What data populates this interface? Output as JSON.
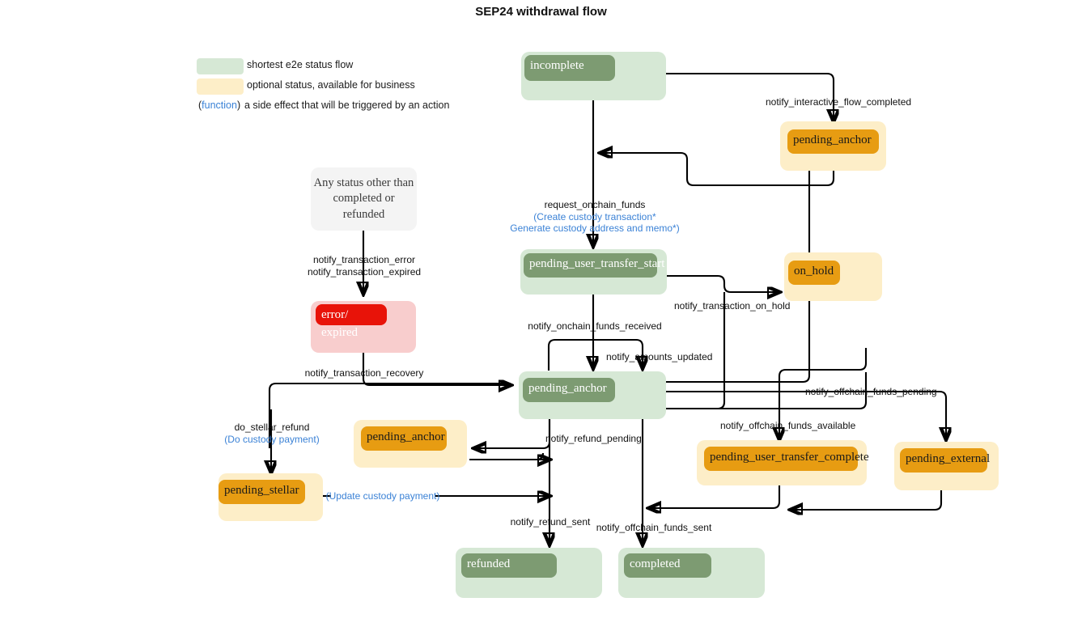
{
  "title": "SEP24 withdrawal flow",
  "colors": {
    "green_outer": "#d6e8d5",
    "green_inner": "#7d9b72",
    "orange_outer": "#fdeec8",
    "orange_inner": "#e79c12",
    "red_outer": "#f8cdcd",
    "red_inner": "#e81309",
    "gray_node": "#f4f4f4",
    "function_blue": "#3b82d6",
    "edge": "#000000"
  },
  "legend": {
    "rows": [
      {
        "swatch": "green",
        "label": "shortest e2e status flow"
      },
      {
        "swatch": "orange",
        "label": "optional status, available for business"
      }
    ],
    "function_row": {
      "prefix": "(",
      "keyword": "function",
      "suffix": ")",
      "label": "a side effect that will be triggered by an action"
    }
  },
  "nodes": [
    {
      "id": "incomplete",
      "label": "incomplete",
      "kind": "green"
    },
    {
      "id": "pending_anchor_top",
      "label": "pending_anchor",
      "kind": "orange"
    },
    {
      "id": "any_status",
      "label": "Any status other than completed or refunded",
      "kind": "plain"
    },
    {
      "id": "error_expired",
      "label": "error/",
      "label2": "expired",
      "kind": "red"
    },
    {
      "id": "pending_user_transfer_start",
      "label": "pending_user_transfer_start",
      "kind": "green"
    },
    {
      "id": "on_hold",
      "label": "on_hold",
      "kind": "orange"
    },
    {
      "id": "pending_anchor_center",
      "label": "pending_anchor",
      "kind": "green"
    },
    {
      "id": "pending_anchor_refund",
      "label": "pending_anchor",
      "kind": "orange"
    },
    {
      "id": "pending_stellar",
      "label": "pending_stellar",
      "kind": "orange"
    },
    {
      "id": "pending_user_transfer_complete",
      "label": "pending_user_transfer_complete",
      "kind": "orange"
    },
    {
      "id": "pending_external",
      "label": "pending_external",
      "kind": "orange"
    },
    {
      "id": "refunded",
      "label": "refunded",
      "kind": "green"
    },
    {
      "id": "completed",
      "label": "completed",
      "kind": "green"
    }
  ],
  "edge_labels": {
    "notify_interactive_flow_completed": "notify_interactive_flow_completed",
    "request_onchain_funds": "request_onchain_funds",
    "create_custody_transaction": "(Create custody transaction*",
    "generate_custody_address": "Generate custody address and memo*)",
    "notify_transaction_error": "notify_transaction_error",
    "notify_transaction_expired": "notify_transaction_expired",
    "notify_transaction_recovery": "notify_transaction_recovery",
    "notify_onchain_funds_received": "notify_onchain_funds_received",
    "notify_amounts_updated": "notify_amounts_updated",
    "notify_transaction_on_hold": "notify_transaction_on_hold",
    "notify_offchain_funds_pending": "notify_offchain_funds_pending",
    "notify_offchain_funds_available": "notify_offchain_funds_available",
    "notify_refund_pending": "notify_refund_pending",
    "notify_refund_sent": "notify_refund_sent",
    "notify_offchain_funds_sent": "notify_offchain_funds_sent",
    "do_stellar_refund": "do_stellar_refund",
    "do_custody_payment": "(Do custody payment)",
    "update_custody_payment": "(Update custody payment)",
    "update_custody_payment_prefix": "—",
    "update_custody_payment_suffix": "—"
  }
}
